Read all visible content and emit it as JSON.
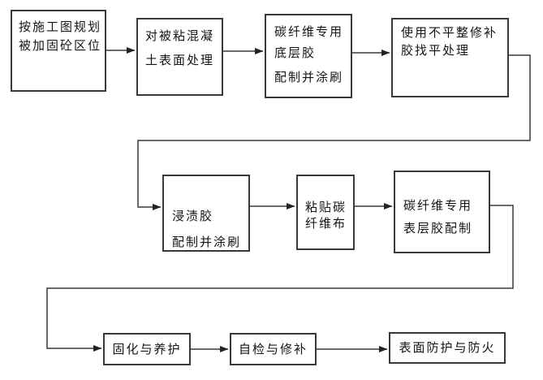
{
  "diagram": {
    "type": "flowchart",
    "background_color": "#ffffff",
    "line_color": "#383838",
    "text_color": "#141414",
    "nodes": [
      {
        "id": "plan-marking",
        "lines": [
          "按施工图规划",
          "被加固砼区位"
        ]
      },
      {
        "id": "concrete-surface-treatment",
        "lines": [
          "对被粘混凝",
          "土表面处理"
        ]
      },
      {
        "id": "cfrp-primer",
        "lines": [
          "碳纤维专用",
          "底层胶",
          "配制并涂刷"
        ]
      },
      {
        "id": "leveling-repair",
        "lines": [
          "使用不平整修补",
          "胶找平处理"
        ]
      },
      {
        "id": "impregnating-adhesive",
        "lines": [
          "浸渍胶",
          "配制并涂刷"
        ]
      },
      {
        "id": "paste-cfrp-cloth",
        "lines": [
          "粘贴碳",
          "纤维布"
        ]
      },
      {
        "id": "cfrp-topcoat",
        "lines": [
          "碳纤维专用",
          "表层胶配制"
        ]
      },
      {
        "id": "curing",
        "lines": [
          "固化与养护"
        ]
      },
      {
        "id": "self-check-repair",
        "lines": [
          "自检与修补"
        ]
      },
      {
        "id": "surface-fire-protection",
        "lines": [
          "表面防护与防火"
        ]
      }
    ],
    "edges": [
      {
        "from": "plan-marking",
        "to": "concrete-surface-treatment"
      },
      {
        "from": "concrete-surface-treatment",
        "to": "cfrp-primer"
      },
      {
        "from": "cfrp-primer",
        "to": "leveling-repair"
      },
      {
        "from": "leveling-repair",
        "to": "impregnating-adhesive"
      },
      {
        "from": "impregnating-adhesive",
        "to": "paste-cfrp-cloth"
      },
      {
        "from": "paste-cfrp-cloth",
        "to": "cfrp-topcoat"
      },
      {
        "from": "cfrp-topcoat",
        "to": "curing"
      },
      {
        "from": "curing",
        "to": "self-check-repair"
      },
      {
        "from": "self-check-repair",
        "to": "surface-fire-protection"
      }
    ]
  }
}
